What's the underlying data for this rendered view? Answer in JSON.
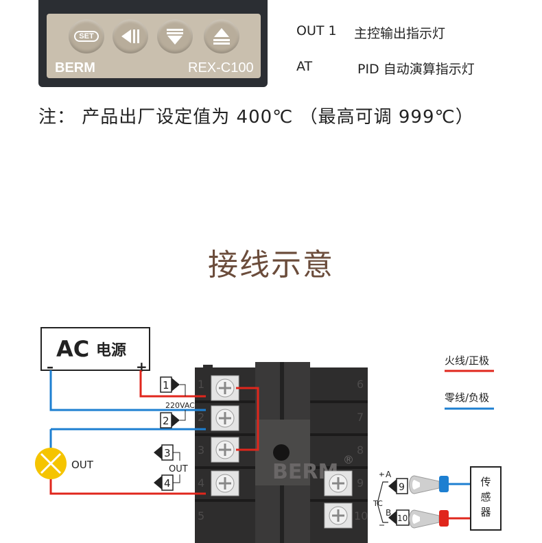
{
  "controller": {
    "brand": "BERM",
    "model": "REX-C100",
    "keys": [
      {
        "name": "set-key",
        "label": "SET",
        "icon": "set-icon"
      },
      {
        "name": "shift-key",
        "label": "",
        "icon": "shift-left-icon"
      },
      {
        "name": "down-key",
        "label": "",
        "icon": "down-arrow-icon"
      },
      {
        "name": "up-key",
        "label": "",
        "icon": "up-arrow-icon"
      }
    ]
  },
  "indicators": [
    {
      "code": "OUT 1",
      "desc": "主控输出指示灯"
    },
    {
      "code": "AT",
      "desc": "PID 自动演算指示灯"
    }
  ],
  "note": "注： 产品出厂设定值为 400℃ （最高可调 999℃）",
  "section_title": "接线示意",
  "diagram": {
    "power_label_ac": "AC",
    "power_label_cn": "电源",
    "minus": "–",
    "plus": "+",
    "voltage": "220VAC",
    "out_label": "OUT",
    "lamp_label": "OUT",
    "sensor": "传感器",
    "tc": "TC",
    "tc_a": "A",
    "tc_b": "B",
    "watermark": "BERM",
    "registered": "®",
    "terminals": {
      "t1": "1",
      "t2": "2",
      "t3": "3",
      "t4": "4",
      "t9": "9",
      "t10": "10"
    },
    "ghost_numbers": [
      "1",
      "2",
      "3",
      "4",
      "5",
      "6",
      "7",
      "8",
      "9",
      "10"
    ],
    "legend": [
      {
        "label": "火线/正极",
        "color": "#e0261c"
      },
      {
        "label": "零线/负极",
        "color": "#1d7fd1"
      }
    ],
    "colors": {
      "live": "#e0261c",
      "neutral": "#1d7fd1",
      "block": "#2e2d2d",
      "screw": "#e4e4e4",
      "lamp": "#f5c400",
      "spade": "#c8c8c8",
      "insulator_blue": "#1d7fd1",
      "insulator_red": "#e0261c",
      "title": "#6b4c3b"
    }
  }
}
